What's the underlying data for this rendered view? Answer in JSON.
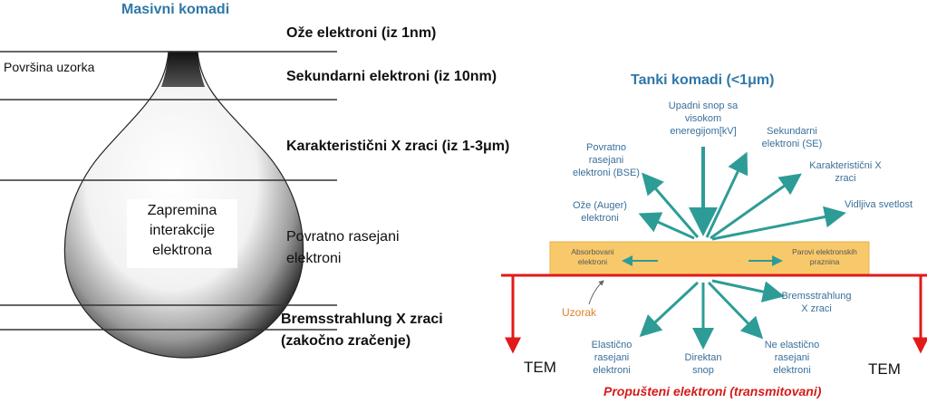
{
  "bulk": {
    "title": "Masivni komadi",
    "surface_label": "Površina uzorka",
    "levels": [
      "Ože elektroni (iz 1nm)",
      "Sekundarni elektroni (iz 10nm)",
      "Karakteristični X zraci (iz 1-3μm)"
    ],
    "backscattered": [
      "Povratno rasejani",
      "elektroni"
    ],
    "bremsstrahlung": [
      "Bremsstrahlung X zraci",
      "(zakočno zračenje)"
    ],
    "interaction_volume": [
      "Zapremina",
      "interakcije",
      "elektrona"
    ]
  },
  "thin": {
    "title": "Tanki komadi (<1μm)",
    "incident_beam": [
      "Upadni snop sa",
      "visokom",
      "eneregijom[kV]"
    ],
    "secondary": [
      "Sekundarni",
      "elektroni (SE)"
    ],
    "backscattered": [
      "Povratno",
      "rasejani",
      "elektroni (BSE)"
    ],
    "characteristic_x": [
      "Karakteristični X",
      "zraci"
    ],
    "auger": [
      "Ože (Auger)",
      "elektroni"
    ],
    "visible_light": "Vidljiva svetlost",
    "absorbed": [
      "Absorbovani",
      "elektroni"
    ],
    "pairs": [
      "Parovi elektronskih",
      "praznina"
    ],
    "sample": "Uzorak",
    "bremsstrahlung": [
      "Bremsstrahlung",
      "X zraci"
    ],
    "elastic": [
      "Elastično",
      "rasejani",
      "elektroni"
    ],
    "direct": [
      "Direktan",
      "snop"
    ],
    "inelastic": [
      "Ne elastično",
      "rasejani",
      "elektroni"
    ],
    "tem_left": "TEM",
    "tem_right": "TEM",
    "transmitted": "Propušteni elektroni (transmitovani)"
  },
  "colors": {
    "teal_arrow": "#2e9c96",
    "red_line": "#e11a1a",
    "sample_fill": "#f7c96b",
    "title_blue": "#2e78a8",
    "sample_label": "#d9822b",
    "transmitted_label": "#d51a1a"
  }
}
